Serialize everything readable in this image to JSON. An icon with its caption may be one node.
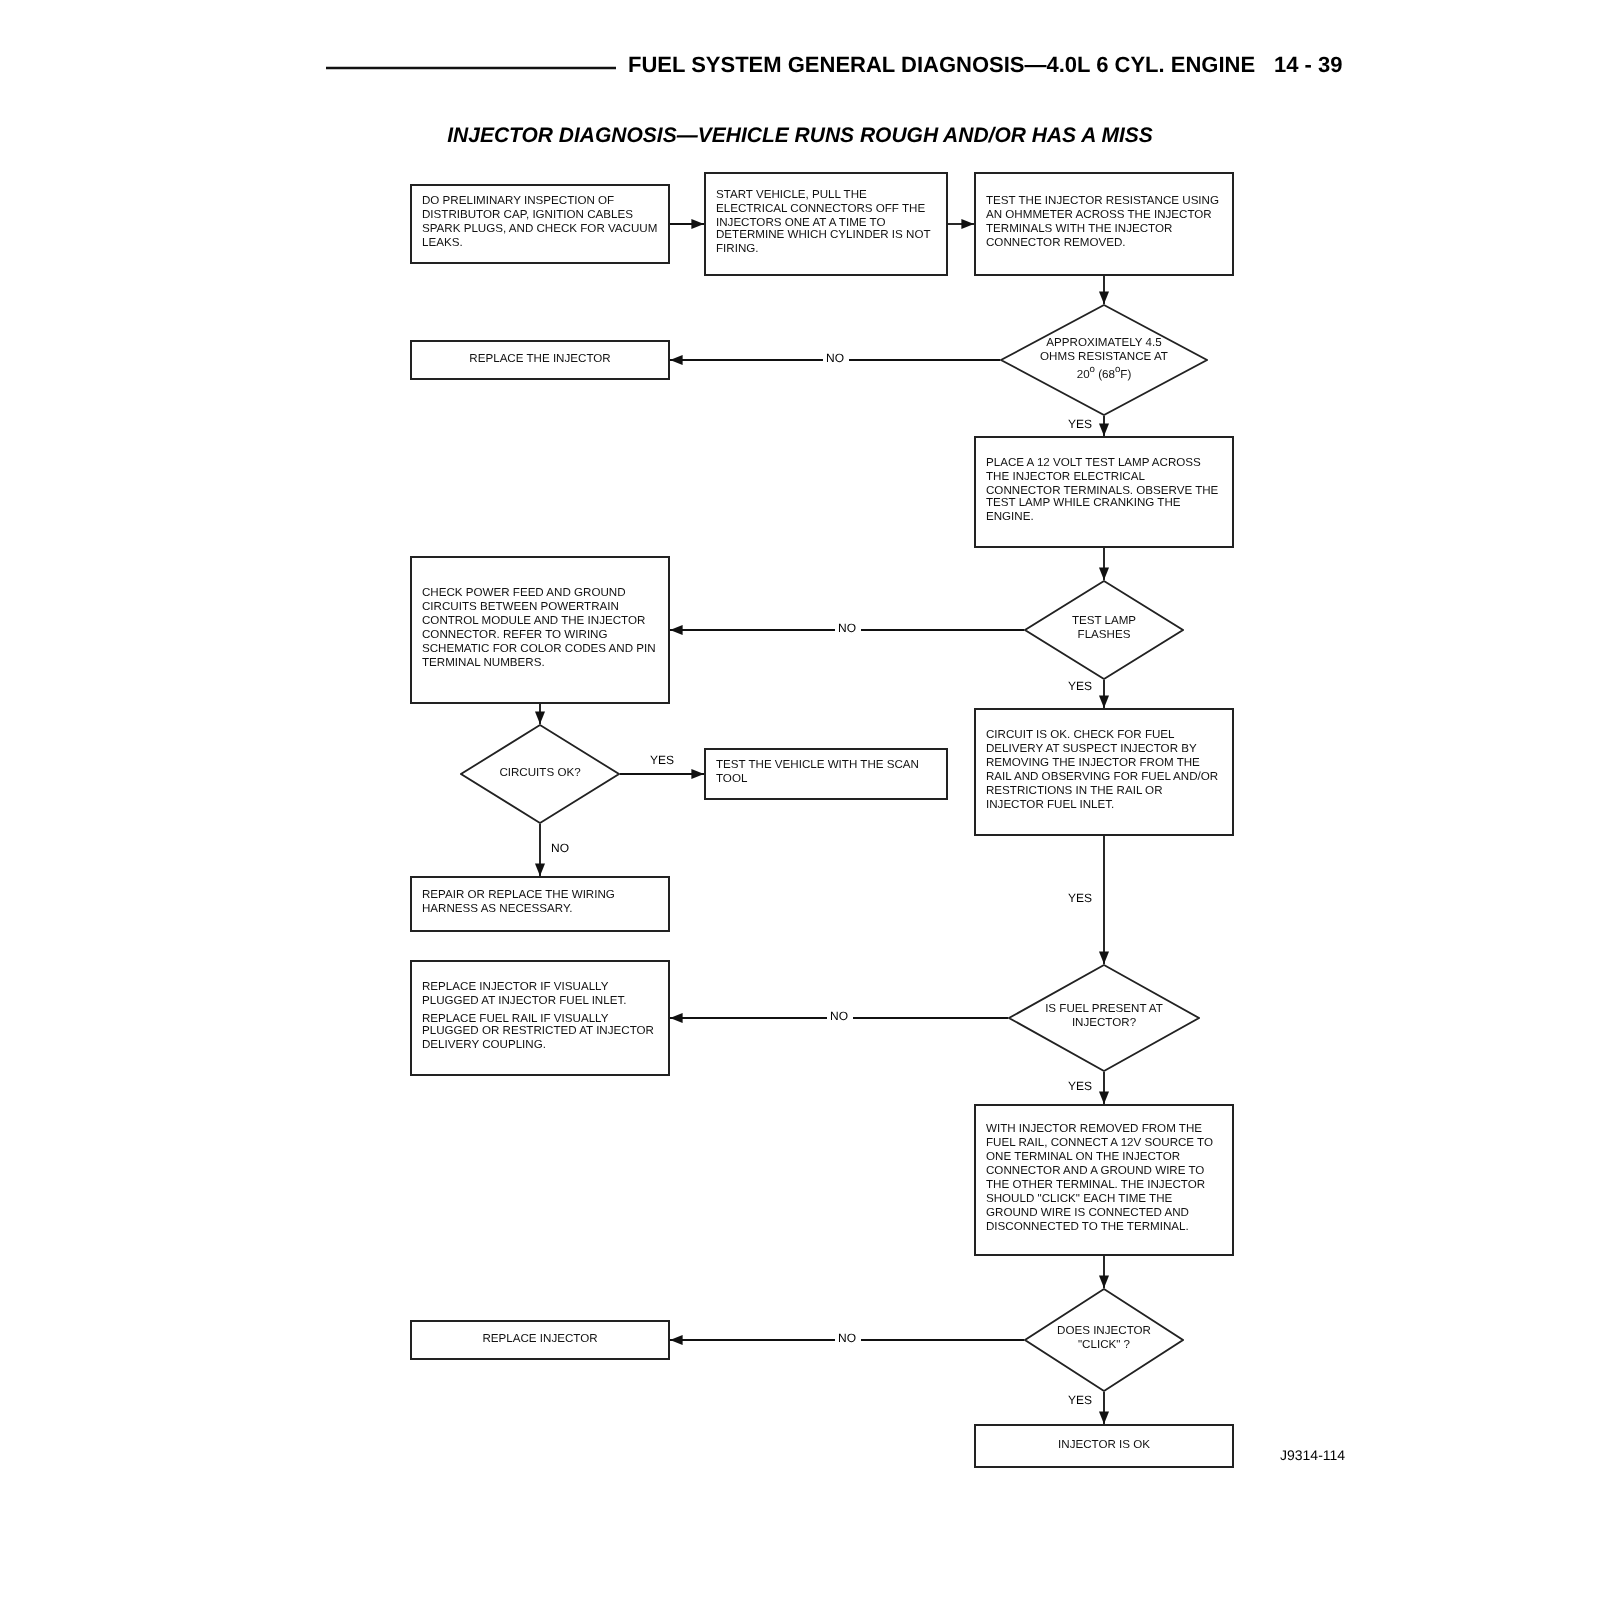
{
  "diagram": {
    "title": "INJECTOR DIAGNOSIS—VEHICLE RUNS ROUGH AND/OR HAS A MISS",
    "nodes": [
      {
        "text": [
          "DO PRELIMINARY INSPECTION OF DISTRIBUTOR CAP, IGNITION CABLES SPARK PLUGS, AND CHECK FOR VACUUM LEAKS."
        ]
      },
      {
        "text": [
          "START VEHICLE, PULL THE ELECTRICAL CONNECTORS OFF THE INJECTORS ONE AT A TIME TO DETERMINE WHICH CYLINDER IS NOT FIRING."
        ]
      },
      {
        "text": [
          "TEST THE INJECTOR RESISTANCE USING AN OHMMETER ACROSS THE INJECTOR TERMINALS WITH THE INJECTOR CONNECTOR REMOVED."
        ]
      },
      {
        "text": [
          "APPROXIMATELY 4.5 OHMS RESISTANCE AT 20$^{o}$ (68$^{o}$F)"
        ]
      },
      {
        "text": [
          "REPLACE THE INJECTOR"
        ]
      },
      {
        "text": [
          "PLACE A 12 VOLT TEST LAMP ACROSS THE INJECTOR ELECTRICAL CONNECTOR TERMINALS. OBSERVE THE TEST LAMP WHILE CRANKING THE ENGINE."
        ]
      },
      {
        "text": [
          "TEST LAMP FLASHES"
        ]
      },
      {
        "text": [
          "CHECK POWER FEED AND GROUND CIRCUITS BETWEEN POWERTRAIN CONTROL MODULE AND THE INJECTOR CONNECTOR. REFER TO WIRING SCHEMATIC FOR COLOR CODES AND PIN TERMINAL NUMBERS."
        ]
      },
      {
        "text": [
          "CIRCUITS OK?"
        ]
      },
      {
        "text": [
          "TEST THE VEHICLE WITH THE SCAN TOOL"
        ]
      },
      {
        "text": [
          "REPAIR OR REPLACE THE WIRING HARNESS AS NECESSARY."
        ]
      },
      {
        "text": [
          "CIRCUIT IS OK. CHECK FOR FUEL DELIVERY AT SUSPECT INJECTOR BY REMOVING THE INJECTOR FROM THE RAIL AND OBSERVING FOR FUEL AND/OR RESTRICTIONS IN THE RAIL OR INJECTOR FUEL INLET."
        ]
      },
      {
        "text": [
          "REPLACE INJECTOR IF VISUALLY PLUGGED AT INJECTOR FUEL INLET.",
          "REPLACE FUEL RAIL IF VISUALLY PLUGGED OR RESTRICTED AT INJECTOR DELIVERY COUPLING."
        ]
      },
      {
        "text": [
          "IS FUEL PRESENT AT INJECTOR?"
        ]
      },
      {
        "text": [
          "WITH INJECTOR REMOVED FROM THE FUEL RAIL, CONNECT A 12V SOURCE TO ONE TERMINAL ON THE INJECTOR CONNECTOR AND A GROUND WIRE TO THE OTHER TERMINAL. THE INJECTOR SHOULD \"CLICK\" EACH TIME THE GROUND WIRE IS CONNECTED AND DISCONNECTED TO THE TERMINAL."
        ]
      },
      {
        "text": [
          "DOES INJECTOR \"CLICK\" ?"
        ]
      },
      {
        "text": [
          "REPLACE INJECTOR"
        ]
      },
      {
        "text": [
          "INJECTOR IS OK"
        ]
      }
    ],
    "edges": [
      {
        "from": 0,
        "to": 1,
        "arrow": "to"
      },
      {
        "from": 1,
        "to": 2,
        "arrow": "to"
      },
      {
        "from": 2,
        "to": 3,
        "arrow": "to"
      },
      {
        "from": 3,
        "to": 4,
        "arrow": "to",
        "label": "NO"
      },
      {
        "from": 3,
        "to": 5,
        "arrow": "to",
        "label": "YES"
      },
      {
        "from": 5,
        "to": 6,
        "arrow": "to"
      },
      {
        "from": 6,
        "to": 7,
        "arrow": "to",
        "label": "NO"
      },
      {
        "from": 6,
        "to": 11,
        "arrow": "to",
        "label": "YES"
      },
      {
        "from": 7,
        "to": 8,
        "arrow": "to"
      },
      {
        "from": 8,
        "to": 9,
        "arrow": "to",
        "label": "YES"
      },
      {
        "from": 8,
        "to": 10,
        "arrow": "to",
        "label": "NO"
      },
      {
        "from": 11,
        "to": 13,
        "arrow": "to",
        "label": "YES"
      },
      {
        "from": 13,
        "to": 12,
        "arrow": "to",
        "label": "NO"
      },
      {
        "from": 13,
        "to": 14,
        "arrow": "to",
        "label": "YES"
      },
      {
        "from": 14,
        "to": 15,
        "arrow": "to"
      },
      {
        "from": 15,
        "to": 16,
        "arrow": "to",
        "label": "NO"
      },
      {
        "from": 15,
        "to": 17,
        "arrow": "to",
        "label": "YES"
      }
    ],
    "labels": [
      "FUEL SYSTEM GENERAL DIAGNOSIS—4.0L 6 CYL. ENGINE",
      "14 - 39",
      "J9314-114"
    ]
  }
}
